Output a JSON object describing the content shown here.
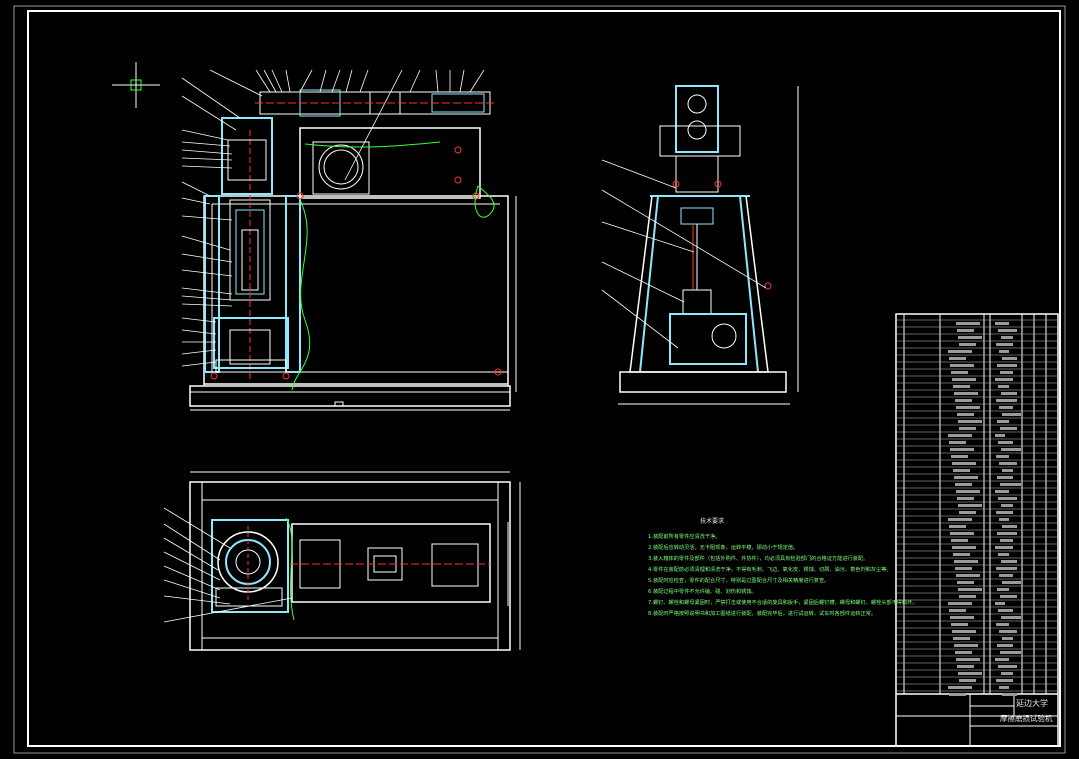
{
  "drawing": {
    "background": "#000000",
    "line_color": "#ffffff",
    "accent_cyan": "#8fe6ff",
    "accent_red": "#ff3030",
    "accent_green": "#3aff3a"
  },
  "tech_notes": {
    "title": "技术要求",
    "lines": [
      "1.装配前所有零件应清洗干净。",
      "2.装配后应转动灵活，无卡阻现象，运转平稳，振动小于规定值。",
      "3.装入箱体的零件及部件（包括外购件、外协件），均必须具有检验部门的合格证方能进行装配。",
      "4.零件在装配前必须清理和清洗干净，不得有毛刺、飞边、氧化皮、锈蚀、切屑、油污、着色剂和灰尘等。",
      "5.装配时应检查，零件的配合尺寸，特别是过盈配合尺寸及相关精度进行复查。",
      "6.装配过程中零件不允许磕、碰、划伤和锈蚀。",
      "7.螺钉、螺栓和螺母紧固时，严禁打击或使用不合适的旋具和扳手，紧固后螺钉槽、螺母和螺钉、螺栓头部不得损坏。",
      "8.装配时严格按照说明书和加工图纸进行装配，装配完毕后，进行试运转，试车时各部件运转正常。"
    ]
  },
  "title_block": {
    "school": "延边大学",
    "drawing_name": "摩擦磨损试验机"
  }
}
